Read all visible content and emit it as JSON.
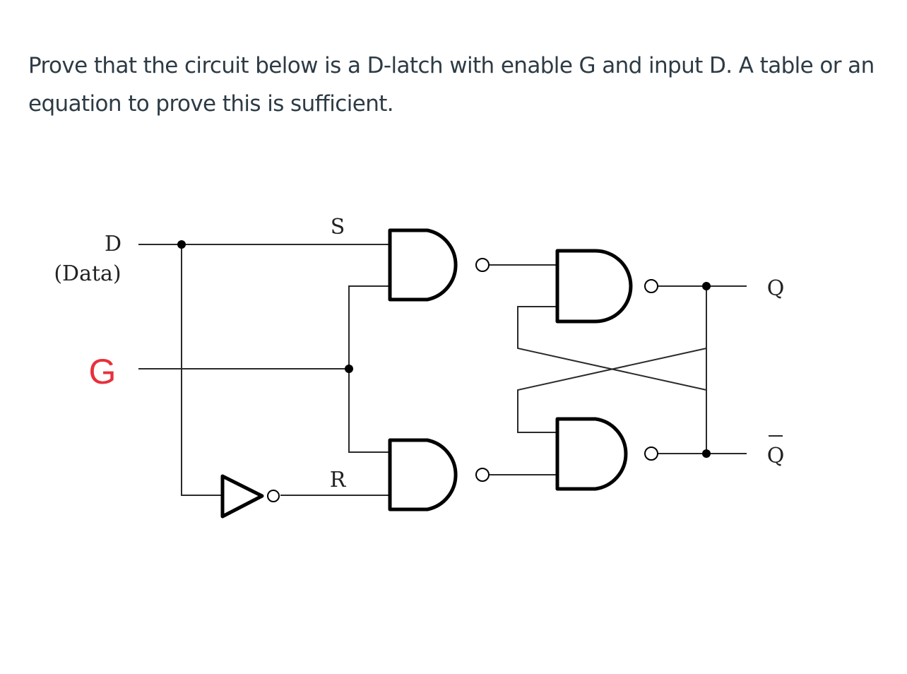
{
  "question": {
    "text": "Prove that the circuit below is a D-latch with enable G and input D. A table or an equation to prove this is sufficient."
  },
  "diagram": {
    "labels": {
      "d": "D",
      "data": "(Data)",
      "g": "G",
      "s": "S",
      "r": "R",
      "q": "Q",
      "q_bar": "Q"
    },
    "colors": {
      "g_label": "#e8303c"
    }
  }
}
